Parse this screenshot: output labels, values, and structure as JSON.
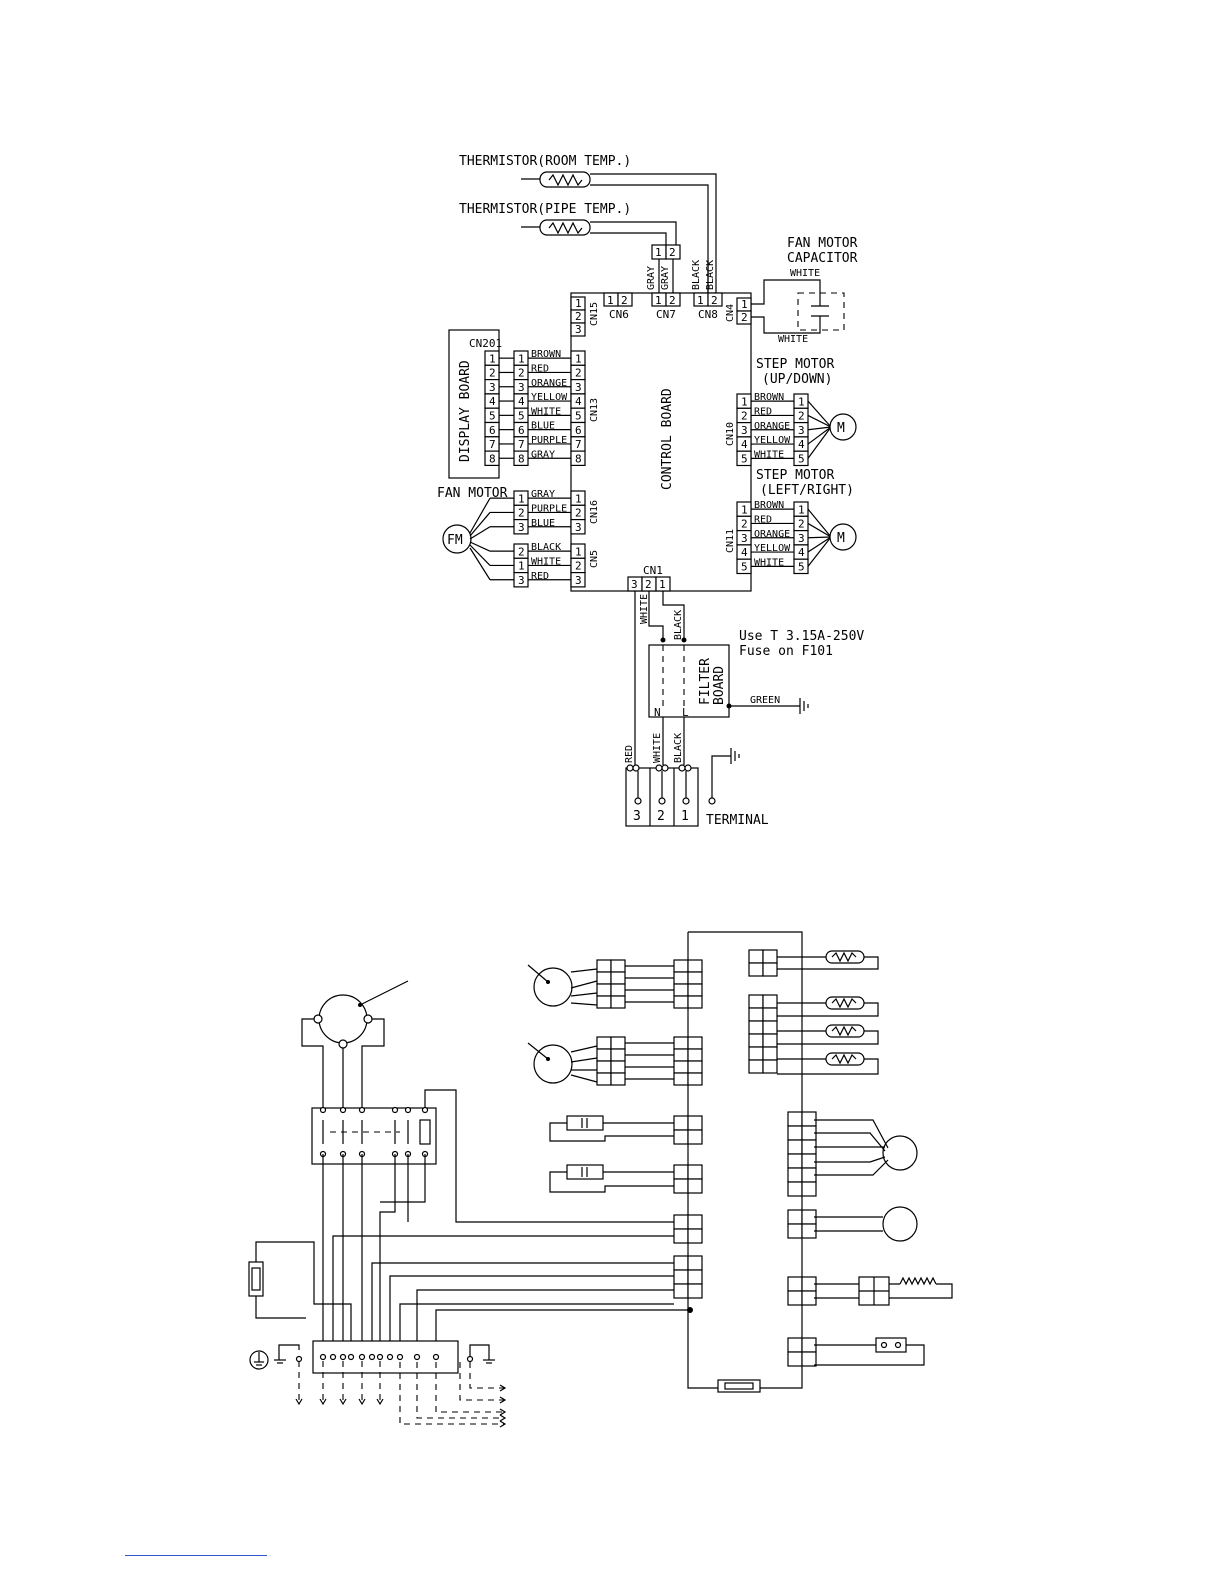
{
  "diagram1": {
    "thermistor_room": "THERMISTOR(ROOM TEMP.)",
    "thermistor_pipe": "THERMISTOR(PIPE TEMP.)",
    "fan_motor_capacitor": [
      "FAN MOTOR",
      "CAPACITOR"
    ],
    "step_motor_updown": [
      "STEP MOTOR",
      "(UP/DOWN)"
    ],
    "step_motor_leftright": [
      "STEP MOTOR",
      "(LEFT/RIGHT)"
    ],
    "display_board": "DISPLAY BOARD",
    "control_board": "CONTROL BOARD",
    "fan_motor": "FAN MOTOR",
    "fm": "FM",
    "motor_symbol": "M",
    "filter_board": [
      "FILTER",
      "BOARD"
    ],
    "fuse_note": [
      "Use T 3.15A-250V",
      "Fuse on F101"
    ],
    "terminal": "TERMINAL",
    "connectors": {
      "cn201": "CN201",
      "cn15": "CN15",
      "cn6": "CN6",
      "cn7": "CN7",
      "cn8": "CN8",
      "cn4": "CN4",
      "cn13": "CN13",
      "cn10": "CN10",
      "cn11": "CN11",
      "cn16": "CN16",
      "cn5": "CN5",
      "cn1": "CN1"
    },
    "wires": {
      "display": [
        "BROWN",
        "RED",
        "ORANGE",
        "YELLOW",
        "WHITE",
        "BLUE",
        "PURPLE",
        "GRAY"
      ],
      "step_updown": [
        "BROWN",
        "RED",
        "ORANGE",
        "YELLOW",
        "WHITE"
      ],
      "step_leftright": [
        "BROWN",
        "RED",
        "ORANGE",
        "YELLOW",
        "WHITE"
      ],
      "fan_cn16": [
        "GRAY",
        "PURPLE",
        "BLUE"
      ],
      "fan_cn5": [
        "BLACK",
        "WHITE",
        "RED"
      ],
      "gray": "GRAY",
      "black": "BLACK",
      "white": "WHITE",
      "red": "RED",
      "green": "GREEN",
      "n": "N",
      "l": "L"
    },
    "pins": {
      "fan_cn5_left": [
        "2",
        "1",
        "3"
      ],
      "terminal": [
        "3",
        "2",
        "1"
      ],
      "cn1": [
        "3",
        "2",
        "1"
      ],
      "two": [
        "1",
        "2"
      ],
      "three": [
        "1",
        "2",
        "3"
      ]
    }
  }
}
